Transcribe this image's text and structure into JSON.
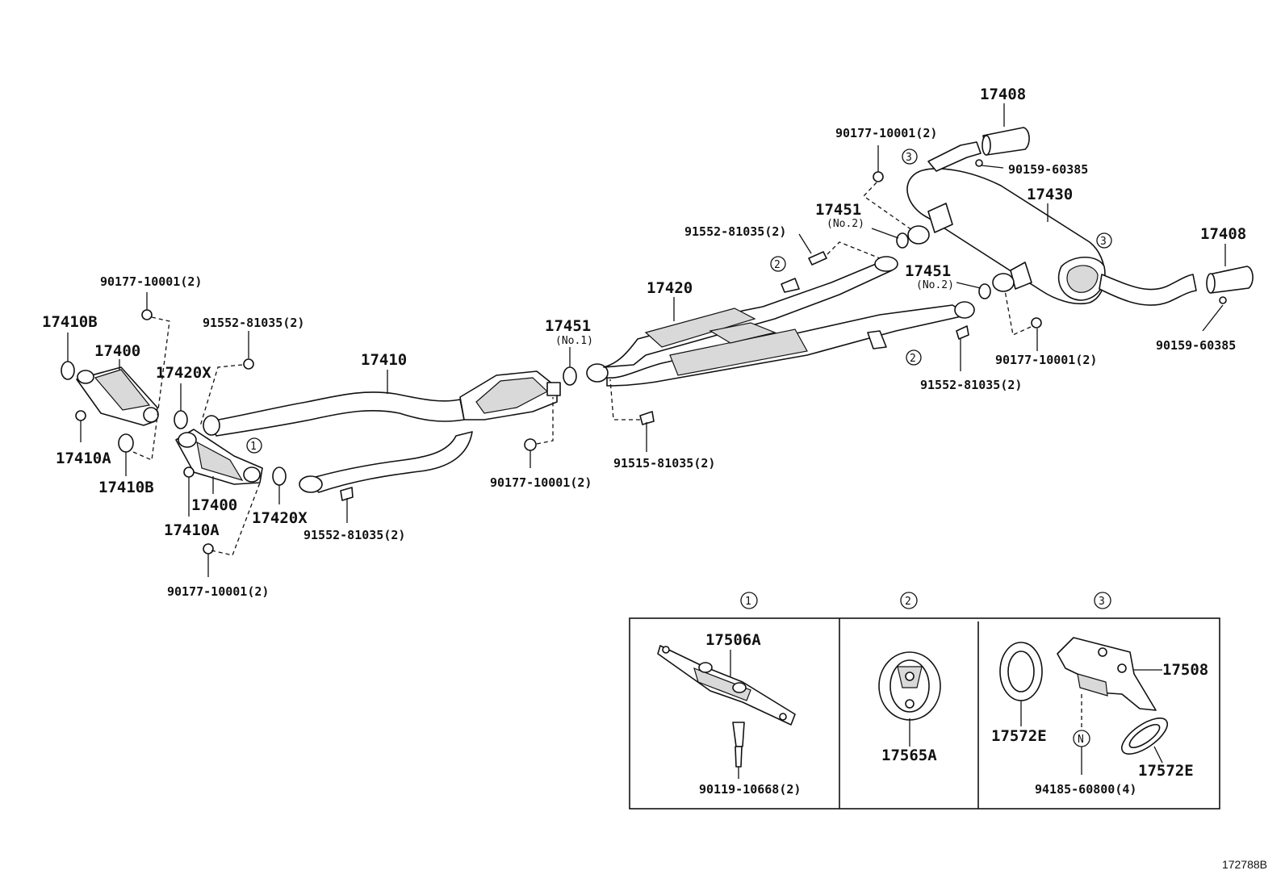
{
  "figure_ref": "172788B",
  "labels": {
    "p17408_a": "17408",
    "p17408_b": "17408",
    "p17430": "17430",
    "p17420": "17420",
    "p17410": "17410",
    "p17410b_a": "17410B",
    "p17410b_b": "17410B",
    "p17410a_a": "17410A",
    "p17410a_b": "17410A",
    "p17400_a": "17400",
    "p17400_b": "17400",
    "p17420x_a": "17420X",
    "p17420x_b": "17420X",
    "p17451_no1": "17451",
    "p17451_no1_sub": "(No.1)",
    "p17451_no2_a": "17451",
    "p17451_no2_a_sub": "(No.2)",
    "p17451_no2_b": "17451",
    "p17451_no2_b_sub": "(No.2)",
    "n90177_top": "90177-10001(2)",
    "n90177_left": "90177-10001(2)",
    "n90177_bottom": "90177-10001(2)",
    "n90177_mid": "90177-10001(2)",
    "n90177_right": "90177-10001(2)",
    "n91552_a": "91552-81035(2)",
    "n91552_b": "91552-81035(2)",
    "n91552_c": "91552-81035(2)",
    "n91552_d": "91552-81035(2)",
    "n91515": "91515-81035(2)",
    "n90159_a": "90159-60385",
    "n90159_b": "90159-60385"
  },
  "callouts": [
    "1",
    "2",
    "3"
  ],
  "detail_panels": [
    {
      "num": "1",
      "part": "17506A",
      "fastener": "90119-10668(2)"
    },
    {
      "num": "2",
      "part": "17565A"
    },
    {
      "num": "3",
      "part_a": "17508",
      "part_b": "17572E",
      "part_c": "17572E",
      "fastener": "94185-60800(4)",
      "marker": "N"
    }
  ]
}
